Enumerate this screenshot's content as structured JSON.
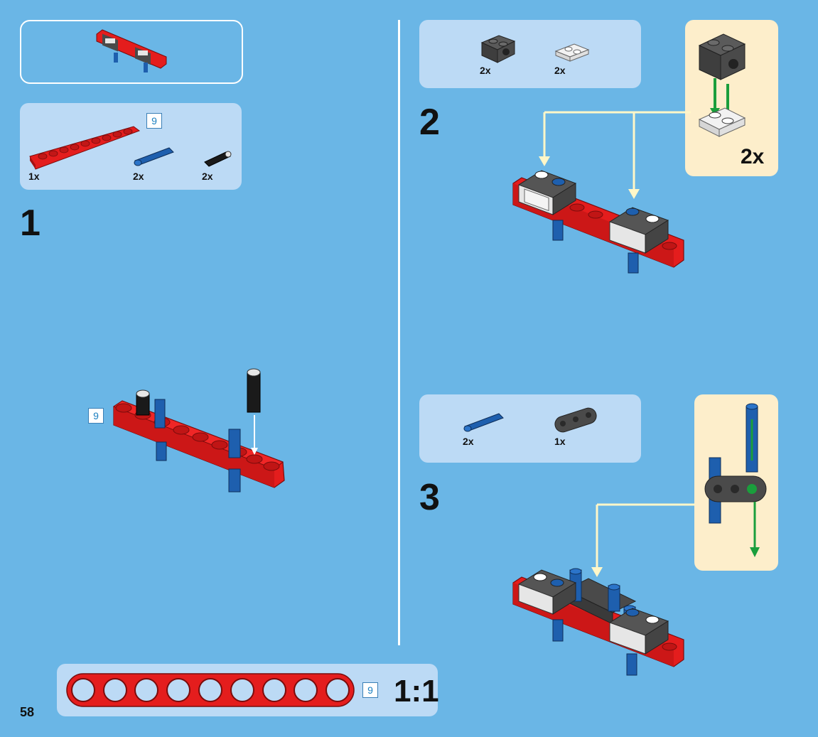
{
  "page": {
    "number": "58"
  },
  "colors": {
    "background": "#6ab6e6",
    "panel": "#bcdaf5",
    "callout": "#fdeecb",
    "divider": "#ffffff",
    "red_beam": "#e41d1d",
    "blue_pin": "#1e5fae",
    "dark_gray": "#4a4a4a",
    "light_gray": "#e6e6e6",
    "guide_line": "#fff7c8",
    "arrow_green": "#1a9e3c"
  },
  "submodel_preview": {
    "icon": "completed-submodel-preview"
  },
  "steps": [
    {
      "number": "1",
      "parts": [
        {
          "icon": "red-beam-9",
          "quantity": "1x",
          "length": "9"
        },
        {
          "icon": "blue-axle-pin",
          "quantity": "2x"
        },
        {
          "icon": "black-friction-pin",
          "quantity": "2x"
        }
      ],
      "assembly_length": "9"
    },
    {
      "number": "2",
      "parts": [
        {
          "icon": "dark-gray-technic-brick",
          "quantity": "2x"
        },
        {
          "icon": "white-plate-1x2",
          "quantity": "2x"
        }
      ],
      "callout": {
        "quantity": "2x"
      }
    },
    {
      "number": "3",
      "parts": [
        {
          "icon": "blue-axle-pin",
          "quantity": "2x"
        },
        {
          "icon": "dark-gray-beam-3",
          "quantity": "1x"
        }
      ]
    }
  ],
  "scale_guide": {
    "length": "9",
    "label": "1:1"
  }
}
